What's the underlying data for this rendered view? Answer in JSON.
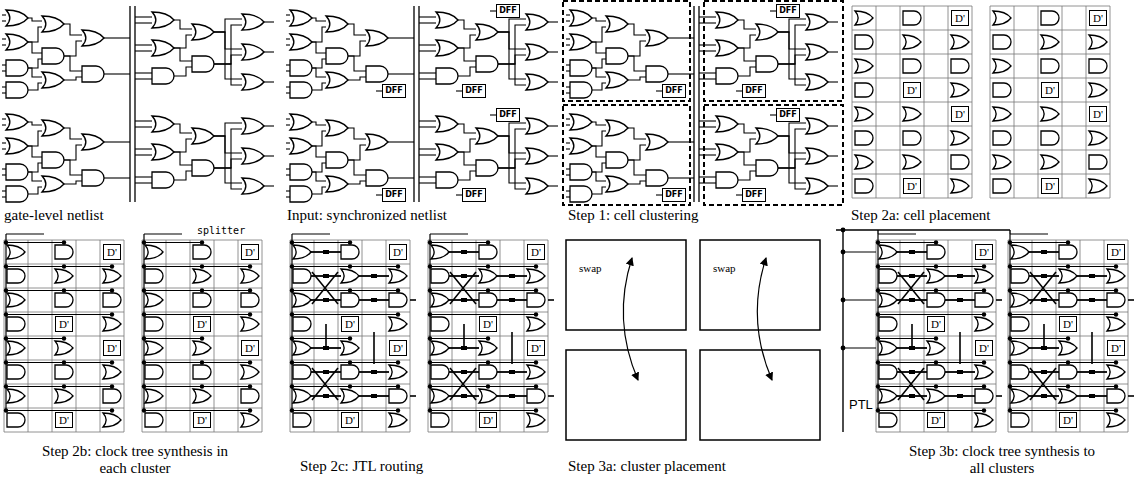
{
  "diagram": {
    "labels": [
      "gate-level netlist",
      "Input: synchronized netlist",
      "Step 1: cell clustering",
      "Step 2a: cell placement",
      "Step 2b: clock tree synthesis in each cluster",
      "Step 2c: JTL routing",
      "Step 3a: cluster placement",
      "Step 3b: clock tree synthesis to all clusters",
      "DFF",
      "DFF",
      "DFF",
      "DFF",
      "DFF",
      "DFF",
      "DFF",
      "DFF",
      "DFF",
      "DFF",
      "DFF",
      "DFF",
      "D'",
      "D'",
      "D'",
      "D'",
      "D'",
      "D'",
      "D'",
      "D'",
      "D'",
      "D'",
      "D'",
      "D'",
      "D'",
      "D'",
      "D'",
      "D'",
      "D'",
      "D'",
      "D'",
      "D'",
      "D'",
      "D'",
      "D'",
      "D'",
      "D'",
      "D'",
      "D'",
      "D'",
      "D'",
      "D'",
      "D'",
      "D'",
      "splitter",
      "swap",
      "swap",
      "PTL"
    ]
  }
}
